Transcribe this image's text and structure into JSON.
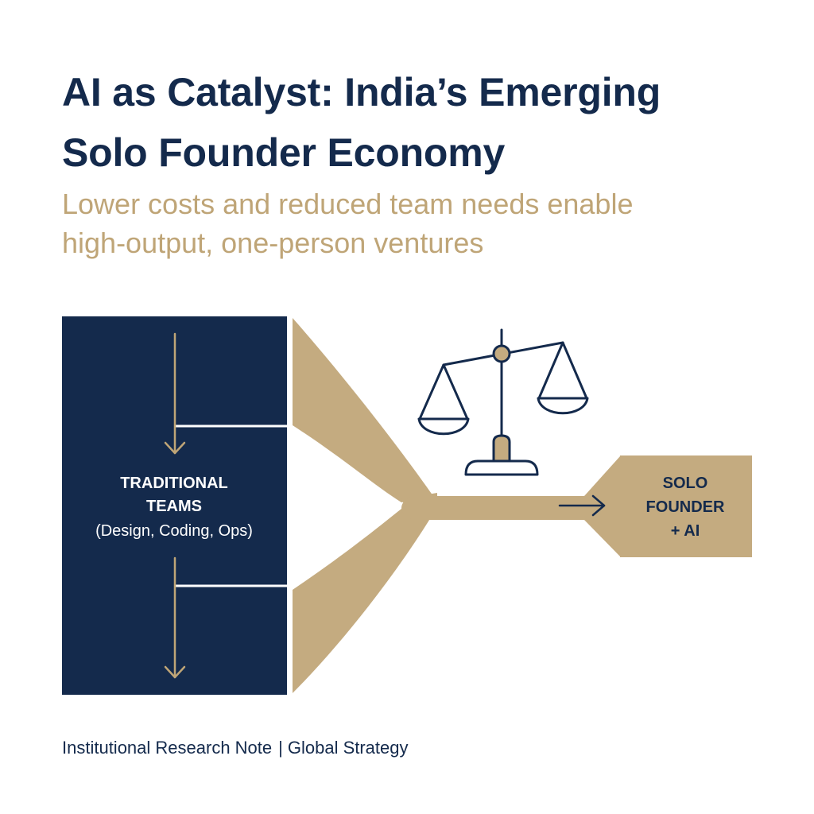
{
  "header": {
    "title_lines": [
      "AI as Catalyst: India’s Emerging",
      "Solo Founder Economy"
    ],
    "subtitle_lines": [
      "Lower costs and reduced team needs enable",
      "high-output, one-person ventures"
    ]
  },
  "diagram": {
    "left_box": {
      "label_lines": [
        "TRADITIONAL",
        "TEAMS"
      ],
      "detail": "(Design, Coding, Ops)"
    },
    "right_box": {
      "label_lines": [
        "SOLO",
        "FOUNDER",
        "+ AI"
      ]
    },
    "center_icon": "balance-scale-icon"
  },
  "footer": {
    "left": "Institutional Research Note",
    "separator": "|",
    "right": "Global Strategy"
  },
  "colors": {
    "navy": "#142a4c",
    "gold": "#c4ab80",
    "subtitle_gold": "#bfa577",
    "background": "#ffffff"
  }
}
